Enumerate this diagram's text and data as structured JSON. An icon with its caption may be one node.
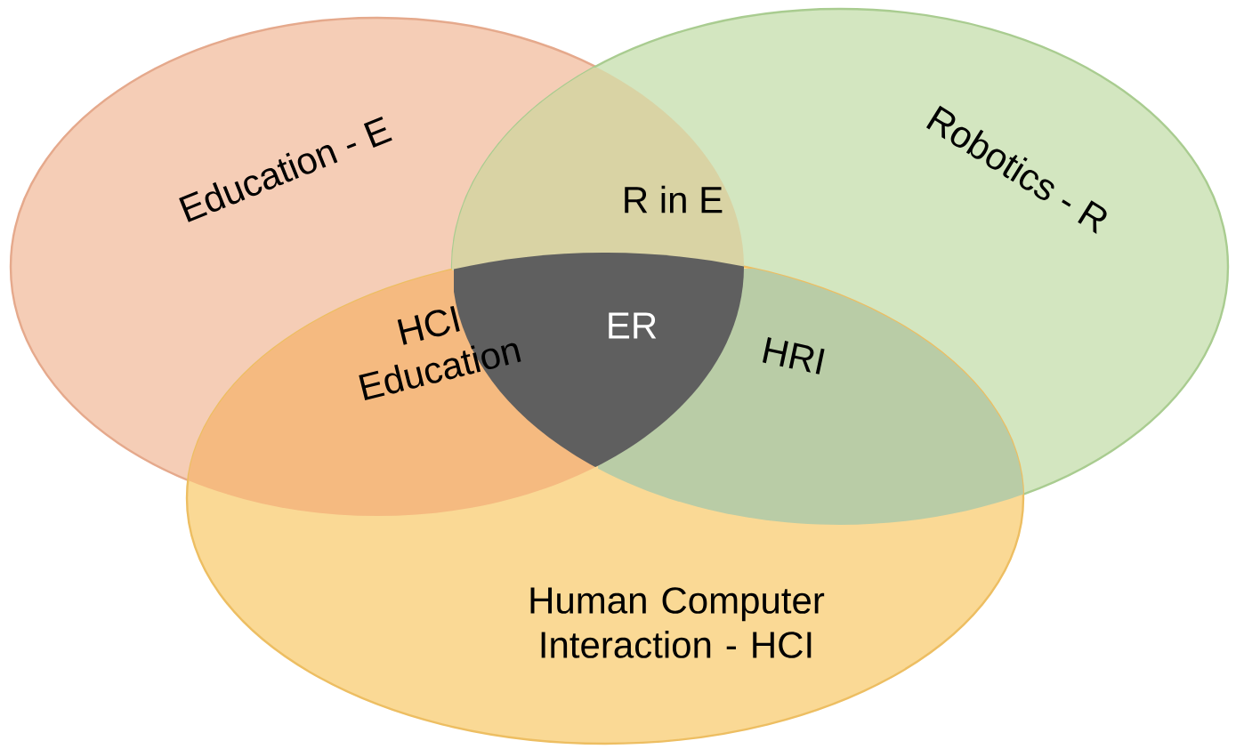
{
  "diagram": {
    "nodes": [
      {
        "text": [
          "Education - E"
        ]
      },
      {
        "text": [
          "Robotics - R"
        ]
      },
      {
        "text": [
          "Human Computer Interaction - HCI"
        ]
      }
    ],
    "labels": [
      "R in E",
      "HCI Education",
      "ER",
      "HRI"
    ]
  }
}
